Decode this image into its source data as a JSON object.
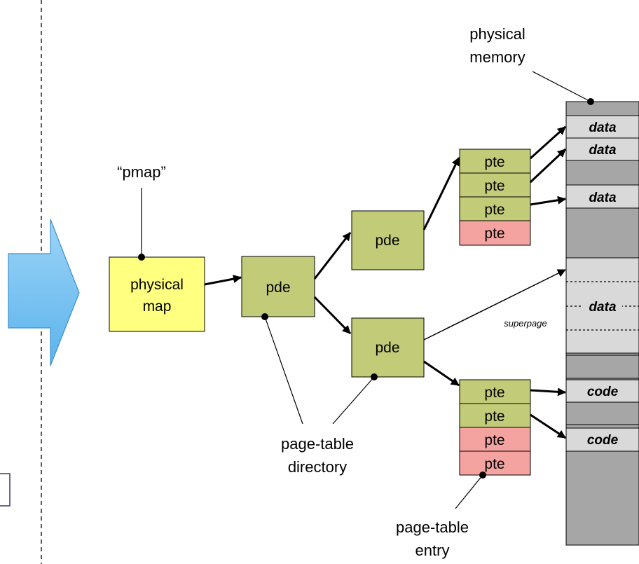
{
  "labels": {
    "physical_memory": [
      "physical",
      "memory"
    ],
    "pmap": "“pmap”",
    "page_table_directory": [
      "page-table",
      "directory"
    ],
    "page_table_entry": [
      "page-table",
      "entry"
    ],
    "superpage": "superpage"
  },
  "boxes": {
    "physical_map": [
      "physical",
      "map"
    ],
    "pde": "pde",
    "pte": "pte"
  },
  "memory_segments": {
    "data": "data",
    "code": "code"
  },
  "colors": {
    "physical_map_fill": "#FFFF80",
    "table_fill": "#C2CC78",
    "invalid_pte_fill": "#F4A3A0",
    "memory_dark": "#A6A6A6",
    "memory_light": "#D9D9D9",
    "arrow_blue": "#6DBDF0"
  }
}
